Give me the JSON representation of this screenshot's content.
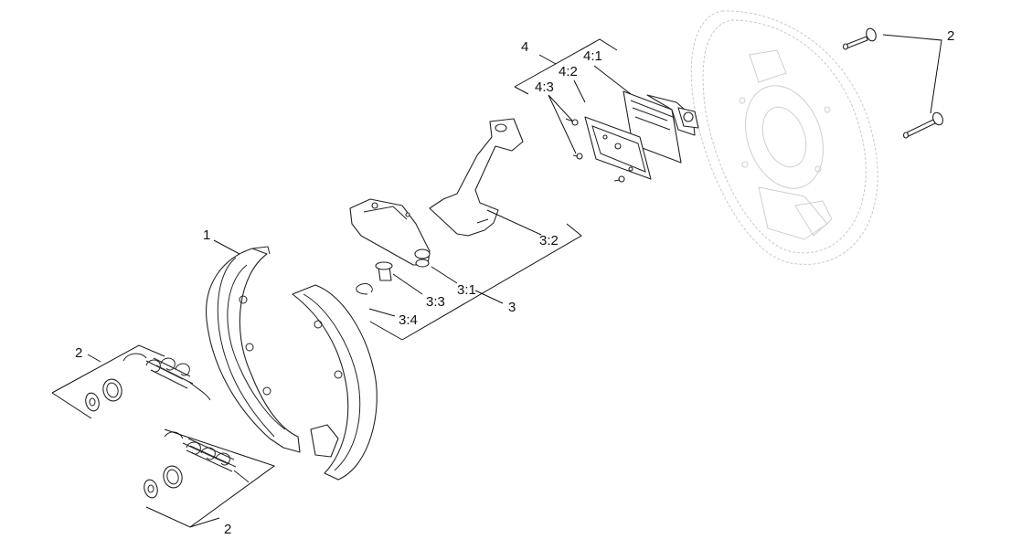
{
  "diagram": {
    "labels": {
      "l1": "1",
      "l2_left": "2",
      "l2_bottom": "2",
      "l2_right": "2",
      "l3": "3",
      "l3_1": "3:1",
      "l3_2": "3:2",
      "l3_3": "3:3",
      "l3_4": "3:4",
      "l4": "4",
      "l4_1": "4:1",
      "l4_2": "4:2",
      "l4_3": "4:3"
    },
    "parts": [
      "spring-washer-set-upper",
      "spring-washer-set-lower",
      "brake-shoe-rear",
      "brake-shoe-front",
      "lever-plate",
      "actuating-lever",
      "pin",
      "clip",
      "cover-plate",
      "gasket-plate",
      "adjuster-block",
      "bolt-upper",
      "bolt-lower",
      "backing-plate"
    ]
  }
}
